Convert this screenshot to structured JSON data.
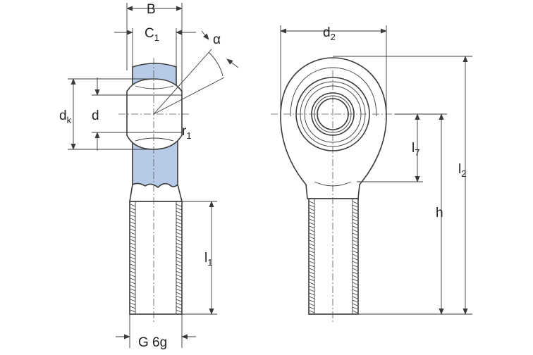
{
  "colors": {
    "line": "#3a3a3a",
    "bearing_fill": "#b7cbe8",
    "background": "#ffffff"
  },
  "labels": {
    "B": {
      "main": "B",
      "sub": ""
    },
    "C1": {
      "main": "C",
      "sub": "1"
    },
    "alpha": {
      "main": "α",
      "sub": ""
    },
    "dk": {
      "main": "d",
      "sub": "k"
    },
    "d": {
      "main": "d",
      "sub": ""
    },
    "r1": {
      "main": "r",
      "sub": "1"
    },
    "l1": {
      "main": "l",
      "sub": "1"
    },
    "G": {
      "main": "G 6g",
      "sub": ""
    },
    "d2": {
      "main": "d",
      "sub": "2"
    },
    "l7": {
      "main": "l",
      "sub": "7"
    },
    "h": {
      "main": "h",
      "sub": ""
    },
    "l2": {
      "main": "l",
      "sub": "2"
    }
  }
}
